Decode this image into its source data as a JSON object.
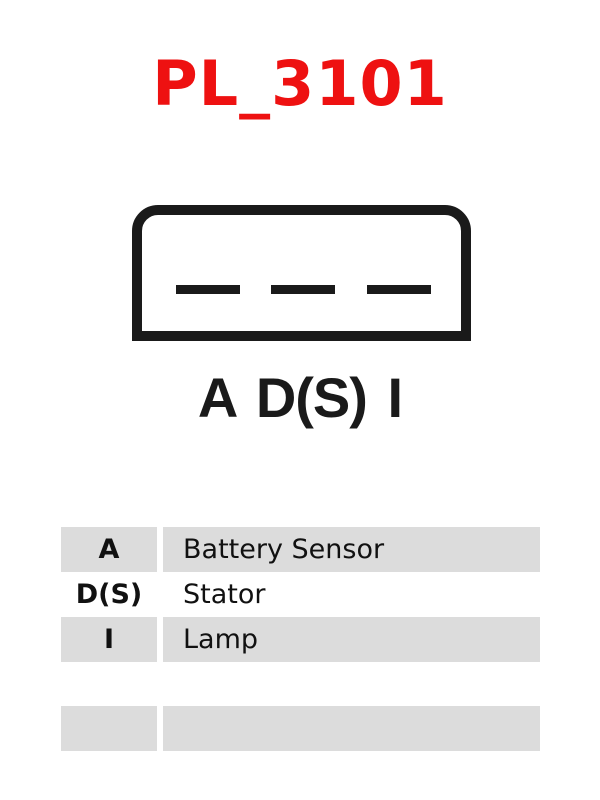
{
  "title": "PL_3101",
  "connector": {
    "pin_count": 3,
    "pin_labels": "A D(S) I"
  },
  "table": {
    "rows": [
      {
        "key": "A",
        "value": "Battery Sensor",
        "shaded": true
      },
      {
        "key": "D(S)",
        "value": "Stator",
        "shaded": false
      },
      {
        "key": "I",
        "value": "Lamp",
        "shaded": true
      },
      {
        "key": "",
        "value": "",
        "shaded": false
      },
      {
        "key": "",
        "value": "",
        "shaded": true
      }
    ]
  },
  "colors": {
    "title": "#ee1111",
    "stroke": "#1a1a1a",
    "row_shade": "#dcdcdc"
  }
}
